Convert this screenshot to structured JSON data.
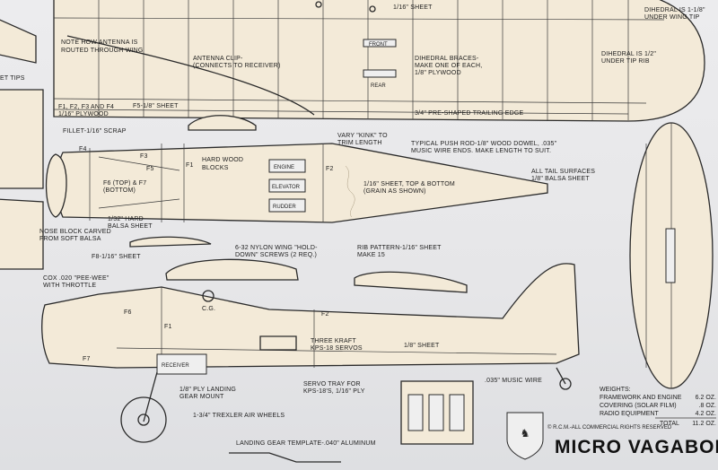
{
  "labels": {
    "antenna_note": [
      "NOTE HOW ANTENNA IS",
      "ROUTED THROUGH WING"
    ],
    "sheet_top": "1/16\" SHEET",
    "dihedral_wing_tip": [
      "DIHEDRAL IS 1-1/8\"",
      "UNDER WING TIP"
    ],
    "front": "FRONT",
    "rear": "REAR",
    "dihedral_braces": [
      "DIHEDRAL BRACES-",
      "MAKE ONE OF EACH,",
      "1/8\" PLYWOOD"
    ],
    "dihedral_tip_rib": [
      "DIHEDRAL IS 1/2\"",
      "UNDER TIP RIB"
    ],
    "antenna_clip": [
      "ANTENNA CLIP-",
      "(CONNECTS TO RECEIVER)"
    ],
    "et_tips": "ET TIPS",
    "f_parts": [
      "F1, F2, F3 AND F4",
      "1/16\" PLYWOOD"
    ],
    "f5": "F5-1/8\" SHEET",
    "trailing_edge": "3/4\" PRE-SHAPED TRAILING EDGE",
    "fillet": "FILLET-1/16\" SCRAP",
    "kink": [
      "VARY \"KINK\" TO",
      "TRIM LENGTH"
    ],
    "push_rod": [
      "TYPICAL PUSH ROD-1/8\" WOOD DOWEL, .035\"",
      "MUSIC WIRE ENDS. MAKE LENGTH TO SUIT."
    ],
    "tail_surfaces": [
      "ALL TAIL SURFACES",
      "1/8\" BALSA SHEET"
    ],
    "f4": "F4",
    "f3": "F3",
    "f5_short": "F5",
    "f1": "F1",
    "f2": "F2",
    "hardwood": [
      "HARD WOOD",
      "BLOCKS"
    ],
    "engine": "ENGINE",
    "elevator": "ELEVATOR",
    "rudder": "RUDDER",
    "f6f7": [
      "F6 (TOP) & F7",
      "(BOTTOM)"
    ],
    "sheet_top_bottom": [
      "1/16\" SHEET, TOP & BOTTOM",
      "(GRAIN AS SHOWN)"
    ],
    "hard_balsa": [
      "1/32\" HARD",
      "BALSA SHEET"
    ],
    "nose_block": [
      "NOSE BLOCK CARVED",
      "FROM SOFT BALSA"
    ],
    "nylon": [
      "6-32 NYLON WING \"HOLD-",
      "DOWN\" SCREWS (2 REQ.)"
    ],
    "rib_pattern": [
      "RIB PATTERN-1/16\" SHEET",
      "MAKE 15"
    ],
    "f8": "F8-1/16\" SHEET",
    "cox": [
      "COX .020 \"PEE-WEE\"",
      "WITH THROTTLE"
    ],
    "cg": "C.G.",
    "f6": "F6",
    "f7": "F7",
    "f1_side": "F1",
    "f2_side": "F2",
    "servos": [
      "THREE KRAFT",
      "KPS-18 SERVOS"
    ],
    "sheet_eighth": "1/8\" SHEET",
    "receiver": "RECEIVER",
    "music_wire": ".035\" MUSIC WIRE",
    "landing_mount": [
      "1/8\" PLY LANDING",
      "GEAR MOUNT"
    ],
    "servo_tray": [
      "SERVO TRAY FOR",
      "KPS-18'S, 1/16\" PLY"
    ],
    "wheels": "1-3/4\" TREXLER AIR WHEELS",
    "landing_template": "LANDING GEAR TEMPLATE-.040\" ALUMINUM",
    "copyright": "© R.C.M.-ALL COMMERCIAL RIGHTS RESERVED"
  },
  "weights": {
    "heading": "WEIGHTS:",
    "rows": [
      {
        "label": "FRAMEWORK AND ENGINE",
        "value": "6.2 OZ."
      },
      {
        "label": "COVERING (SOLAR FILM)",
        "value": ".8 OZ."
      },
      {
        "label": "RADIO EQUIPMENT",
        "value": "4.2 OZ."
      }
    ],
    "total_label": "TOTAL",
    "total_value": "11.2 OZ."
  },
  "title": "MICRO VAGABOND"
}
